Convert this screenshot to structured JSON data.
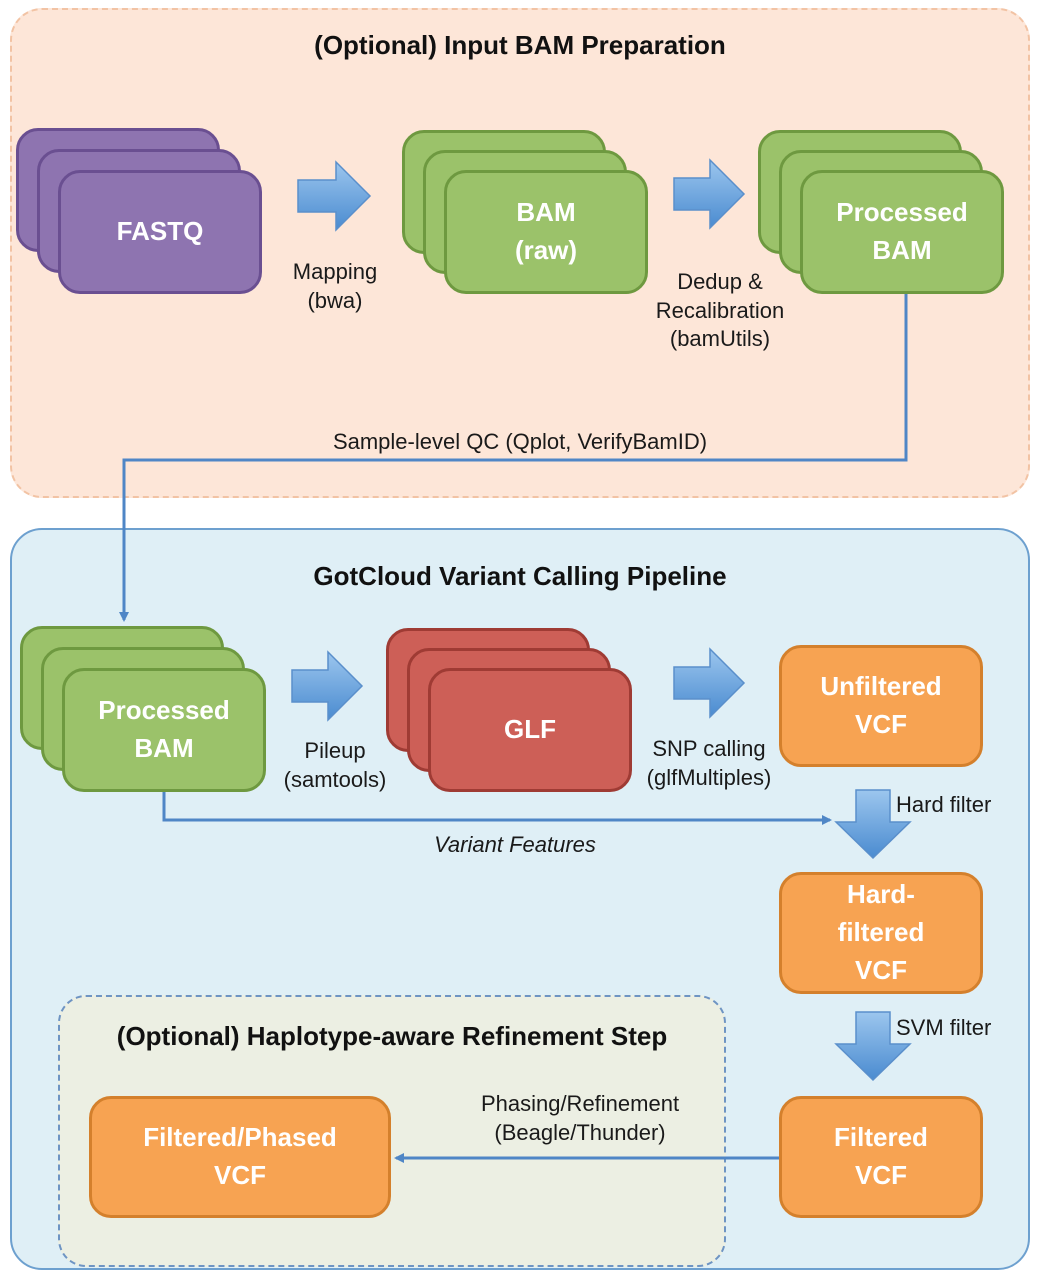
{
  "sections": {
    "input_title": "(Optional) Input BAM Preparation",
    "pipeline_title": "GotCloud Variant Calling Pipeline",
    "refinement_title": "(Optional) Haplotype-aware Refinement Step"
  },
  "boxes": {
    "fastq": "FASTQ",
    "bam_raw": "BAM\n(raw)",
    "processed_bam_top": "Processed\nBAM",
    "processed_bam_bottom": "Processed\nBAM",
    "glf": "GLF",
    "unfiltered_vcf": "Unfiltered\nVCF",
    "hard_filtered_vcf": "Hard-\nfiltered\nVCF",
    "filtered_vcf": "Filtered\nVCF",
    "filtered_phased_vcf": "Filtered/Phased\nVCF"
  },
  "steps": {
    "mapping": "Mapping\n(bwa)",
    "dedup": "Dedup &\nRecalibration\n(bamUtils)",
    "sample_qc": "Sample-level QC (Qplot, VerifyBamID)",
    "pileup": "Pileup\n(samtools)",
    "snp_calling": "SNP calling\n(glfMultiples)",
    "hard_filter": "Hard filter",
    "variant_features": "Variant Features",
    "svm_filter": "SVM filter",
    "phasing": "Phasing/Refinement\n(Beagle/Thunder)"
  },
  "colors": {
    "fastq": "#8e74b0",
    "bam": "#9bc26a",
    "glf": "#cd5f57",
    "vcf": "#f7a352",
    "arrow": "#5b9bd5",
    "connector": "#4f86c6"
  }
}
